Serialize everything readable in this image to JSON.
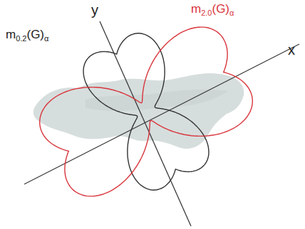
{
  "diagram": {
    "labels": [
      "y",
      "x",
      "m",
      "0.2",
      "(G)",
      "α",
      "m",
      "2.0",
      "(G)",
      "α"
    ]
  }
}
